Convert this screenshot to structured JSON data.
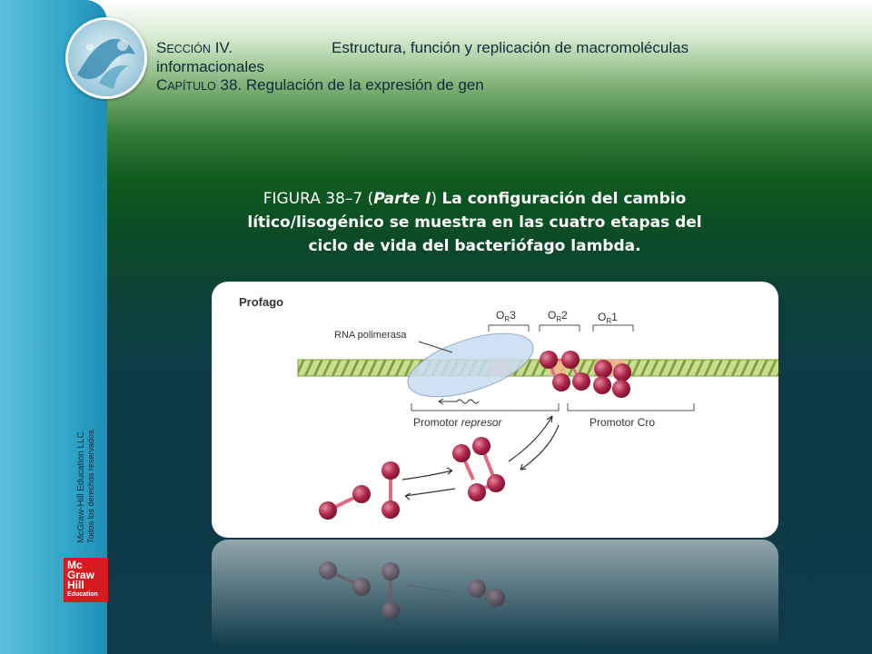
{
  "header": {
    "section_prefix_big": "S",
    "section_prefix_small": "ECCIÓN",
    "section_number": "IV.",
    "section_title": "Estructura, función y replicación de macromoléculas",
    "section_title_cont": "informacionales",
    "chapter_prefix_big": "C",
    "chapter_prefix_small": "APÍTULO",
    "chapter_number": "38.",
    "chapter_title": "Regulación de la expresión de gen"
  },
  "caption": {
    "figure_label": "FIGURA 38–7 (",
    "part_label": "Parte I",
    "part_close": ")",
    "text": "La configuración del cambio lítico/lisogénico se muestra en las cuatro etapas del ciclo de vida del bacteriófago lambda."
  },
  "copyright": {
    "line1": "McGraw-Hill Education LLC",
    "line2": "Todos los derechos reservados."
  },
  "publisher_logo": {
    "line1": "Mc",
    "line2": "Graw",
    "line3": "Hill",
    "line4": "Education",
    "color": "#d71920"
  },
  "diagram": {
    "title": "Profago",
    "rna_polymerase_label": "RNA polimerasa",
    "operator_1_main": "O",
    "operator_1_sub": "R",
    "operator_1_num": "3",
    "operator_2_main": "O",
    "operator_2_sub": "R",
    "operator_2_num": "2",
    "operator_3_main": "O",
    "operator_3_sub": "R",
    "operator_3_num": "1",
    "promotor_represor_prefix": "Promotor ",
    "promotor_represor_italic": "represor",
    "promotor_cro": "Promotor Cro",
    "colors": {
      "dna": "#b6d47c",
      "dna_stripe": "#7f9f3a",
      "polymerase": "#c9dcf3",
      "repressor": "#b0274a",
      "operator_box": "#f2b48d"
    }
  }
}
